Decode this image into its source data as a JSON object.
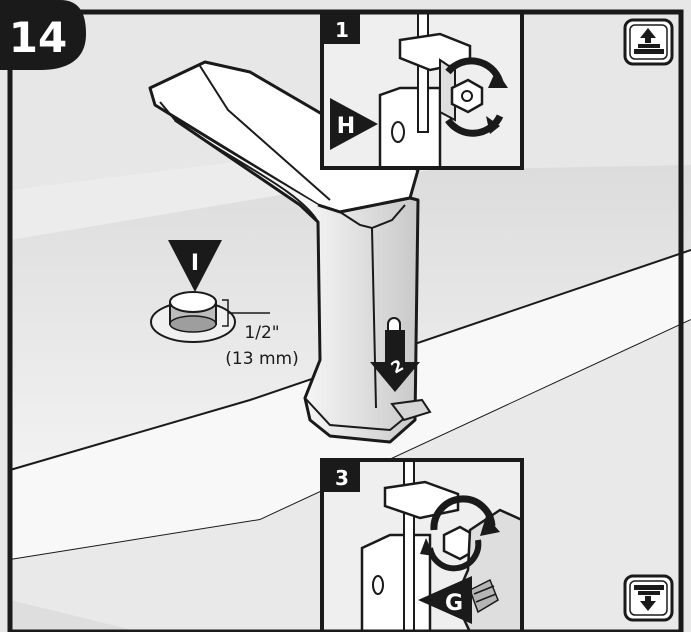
{
  "step": {
    "number": "14"
  },
  "insets": [
    {
      "number": "1",
      "callout": "H"
    },
    {
      "number": "3",
      "callout": "G"
    }
  ],
  "main": {
    "callout_i": "I",
    "callout_2": "2",
    "dimension_imperial": "1/2\"",
    "dimension_metric": "(13 mm)"
  },
  "icons": {
    "top": "above-counter-icon",
    "bottom": "below-counter-icon"
  },
  "colors": {
    "frame": "#1a1a1a",
    "background": "#e7e7e7",
    "counter_light": "#f7f7f7",
    "shade": "#bdbdbd"
  }
}
